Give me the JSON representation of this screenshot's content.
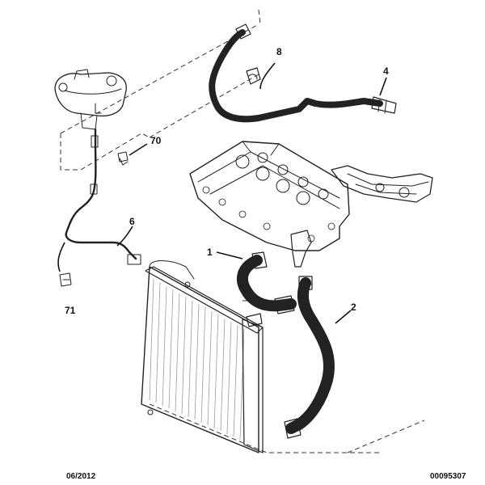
{
  "callouts": {
    "c1": "1",
    "c2": "2",
    "c4": "4",
    "c6": "6",
    "c8": "8",
    "c70": "70",
    "c71": "71"
  },
  "footer": {
    "date": "06/2012",
    "reference": "00095307"
  },
  "colors": {
    "line": "#222222",
    "hose_fill": "#d9d9d9",
    "radiator_fin": "#9a9a9a",
    "background": "#ffffff"
  }
}
